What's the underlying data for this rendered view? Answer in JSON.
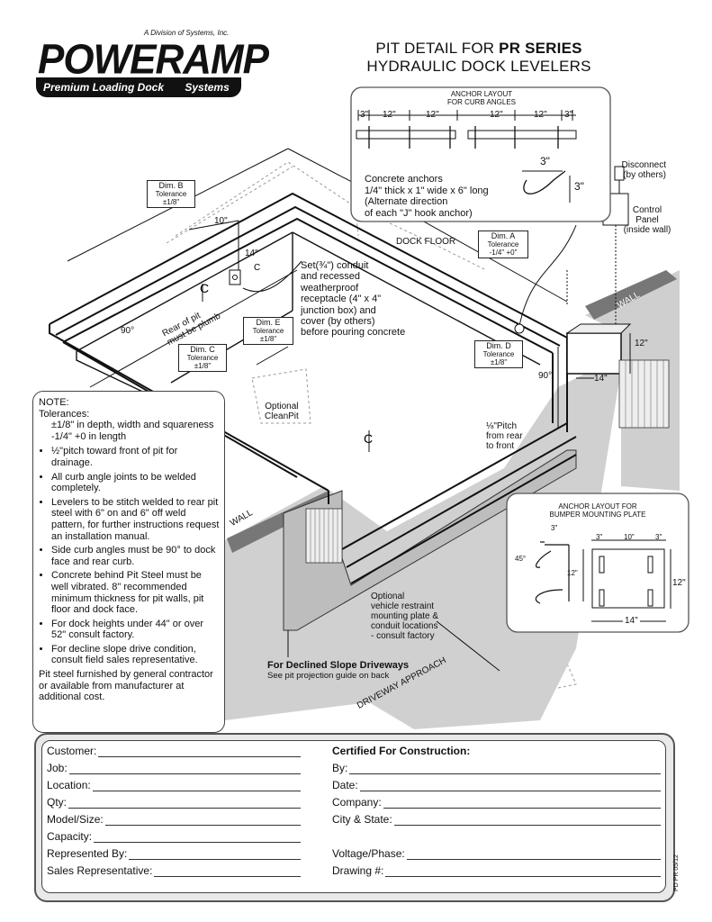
{
  "header": {
    "division": "A Division of Systems, Inc.",
    "logo_word": "POWERAMP",
    "logo_tagline_left": "Premium Loading Dock",
    "logo_tagline_right": "Systems",
    "title_line1_prefix": "PIT DETAIL FOR ",
    "title_line1_bold": "PR SERIES",
    "title_line2": "HYDRAULIC DOCK LEVELERS"
  },
  "anchor_curb": {
    "title_line1": "ANCHOR LAYOUT",
    "title_line2": "FOR CURB ANGLES",
    "dims": [
      "3\"",
      "12\"",
      "12\"",
      "12\"",
      "12\"",
      "3\""
    ],
    "hook_dim_top": "3\"",
    "hook_dim_side": "3\"",
    "text_line1": "Concrete anchors",
    "text_line2": "1/4\" thick x 1\" wide x 6\" long",
    "text_line3": "(Alternate direction",
    "text_line4": "of each \"J\" hook anchor)"
  },
  "labels": {
    "disconnect": "Disconnect",
    "disconnect2": "(by others)",
    "control1": "Control",
    "control2": "Panel",
    "control3": "(inside wall)",
    "dock_floor": "DOCK FLOOR",
    "wall_right": "WALL",
    "wall_left": "WALL",
    "dim_b": "Dim. B",
    "dim_b_tol1": "Tolerance",
    "dim_b_tol2": "±1/8\"",
    "dim_a": "Dim. A",
    "dim_a_tol1": "Tolerance",
    "dim_a_tol2": "-1/4\" +0\"",
    "dim_c": "Dim. C",
    "dim_c_tol1": "Tolerance",
    "dim_c_tol2": "±1/8\"",
    "dim_d": "Dim. D",
    "dim_d_tol1": "Tolerance",
    "dim_d_tol2": "±1/8\"",
    "dim_e": "Dim. E",
    "dim_e_tol1": "Tolerance",
    "dim_e_tol2": "±1/8\"",
    "d10": "10\"",
    "d14a": "14\"",
    "d12": "12\"",
    "d14b": "14\"",
    "deg90a": "90°",
    "deg90b": "90°",
    "rear_pit1": "Rear of pit",
    "rear_pit2": "must be plumb",
    "conduit1": "Set(¾\") conduit",
    "conduit2": "and recessed",
    "conduit3": "weatherproof",
    "conduit4": "receptacle (4\" x 4\"",
    "conduit5": "junction box) and",
    "conduit6": "cover (by others)",
    "conduit7": "before pouring concrete",
    "cleanpit1": "Optional",
    "cleanpit2": "CleanPit",
    "pitch1": "⅛\"Pitch",
    "pitch2": "from rear",
    "pitch3": "to front",
    "vr1": "Optional",
    "vr2": "vehicle restraint",
    "vr3": "mounting plate &",
    "vr4": "conduit locations",
    "vr5": " - consult factory",
    "declined1": "For Declined Slope Driveways",
    "declined2": "See pit projection guide on back",
    "driveway": "DRIVEWAY APPROACH"
  },
  "bumper": {
    "title1": "ANCHOR LAYOUT FOR",
    "title2": "BUMPER MOUNTING PLATE",
    "d3a": "3\"",
    "deg45": "45°",
    "d12a": "12\"",
    "d3b": "3\"",
    "d10": "10\"",
    "d3c": "3\"",
    "d12b": "12\"",
    "d14": "14\""
  },
  "note": {
    "title": "NOTE:",
    "tol": "Tolerances:",
    "tol1": "±1/8\" in depth, width and squareness",
    "tol2": "-1/4\" +0 in length",
    "bullets": [
      "½\"pitch toward front of pit for drainage.",
      "All curb angle joints to be welded completely.",
      "Levelers to be stitch welded to rear pit steel with 6\" on and 6\" off weld pattern, for further instructions request an installation manual.",
      "Side curb angles must be 90° to dock face and rear curb.",
      "Concrete behind Pit Steel must be well vibrated. 8\" recommended minimum thickness for pit walls, pit floor and dock face.",
      "For dock heights under 44\" or over 52\" consult factory.",
      "For decline slope drive condition, consult field sales representative."
    ],
    "footer": "Pit steel furnished by general contractor or available from manufacturer at additional cost."
  },
  "form": {
    "left": [
      "Customer:",
      "Job:",
      "Location:",
      "Qty:",
      "Model/Size:",
      "Capacity:",
      "Represented By:",
      "Sales Representative:"
    ],
    "right_title": "Certified For Construction:",
    "right": [
      "By:",
      "Date:",
      "Company:",
      "City & State:",
      "Voltage/Phase:",
      "Drawing #:"
    ],
    "doc_code": "PD PR 05/12"
  }
}
